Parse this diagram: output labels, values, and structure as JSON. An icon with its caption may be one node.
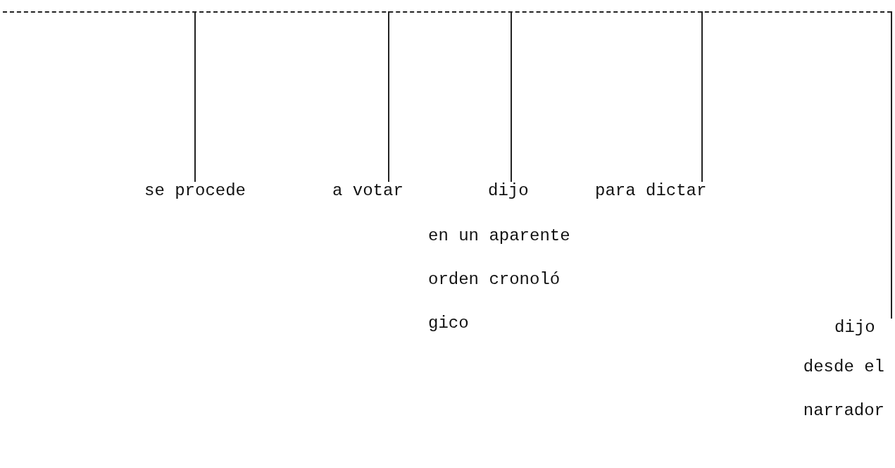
{
  "diagram": {
    "nodes": [
      {
        "text": [],
        "shape": "line"
      },
      {
        "text": [
          "se procede"
        ]
      },
      {
        "text": [
          "a votar"
        ]
      },
      {
        "text": [
          "dijo"
        ]
      },
      {
        "text": [
          "para dictar"
        ]
      },
      {
        "text": [
          "dijo"
        ]
      }
    ],
    "edges": [
      {
        "from": 0,
        "to": 1,
        "arrow": "none"
      },
      {
        "from": 0,
        "to": 2,
        "arrow": "none"
      },
      {
        "from": 0,
        "to": 3,
        "arrow": "none"
      },
      {
        "from": 0,
        "to": 4,
        "arrow": "none"
      },
      {
        "from": 0,
        "to": 5,
        "arrow": "none"
      }
    ],
    "labels": [
      "en un aparente orden cronoló gico",
      "desde el narrador"
    ]
  }
}
